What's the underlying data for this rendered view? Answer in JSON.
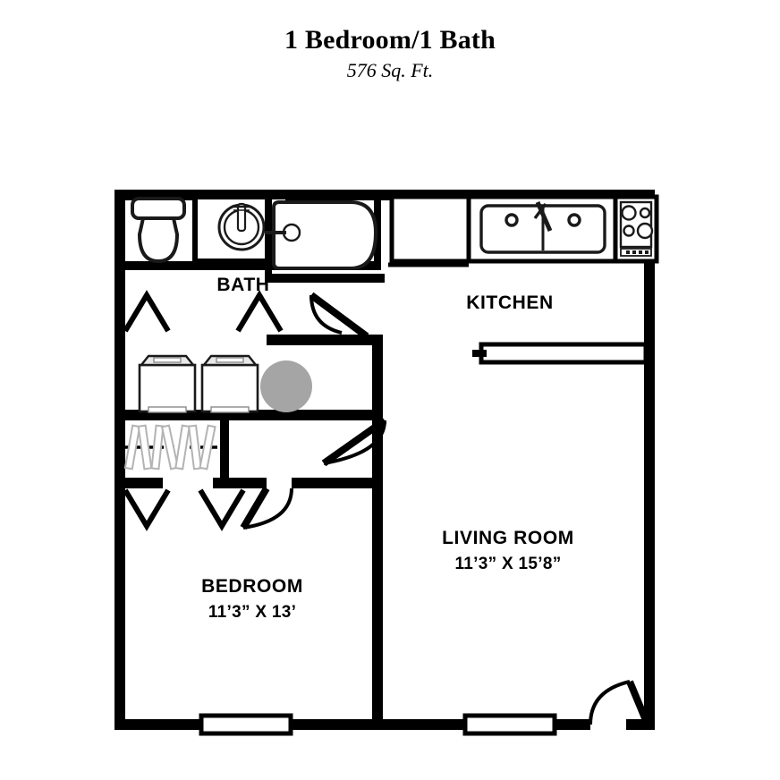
{
  "header": {
    "title": "1 Bedroom/1 Bath",
    "subtitle": "576 Sq. Ft."
  },
  "floorplan": {
    "rooms": [
      {
        "id": "bath",
        "name": "BATH",
        "dims": ""
      },
      {
        "id": "kitchen",
        "name": "KITCHEN",
        "dims": ""
      },
      {
        "id": "living_room",
        "name": "LIVING ROOM",
        "dims": "11’3” X 15’8”"
      },
      {
        "id": "bedroom",
        "name": "BEDROOM",
        "dims": "11’3” X 13’"
      }
    ],
    "fixtures": [
      {
        "id": "toilet",
        "label": "toilet"
      },
      {
        "id": "vanity_sink",
        "label": "bathroom sink"
      },
      {
        "id": "bathtub",
        "label": "bathtub"
      },
      {
        "id": "refrigerator",
        "label": "refrigerator"
      },
      {
        "id": "kitchen_sink",
        "label": "double kitchen sink"
      },
      {
        "id": "stove",
        "label": "stove range"
      },
      {
        "id": "washer",
        "label": "washer"
      },
      {
        "id": "dryer",
        "label": "dryer"
      },
      {
        "id": "water_heater",
        "label": "water heater"
      },
      {
        "id": "closet_rod",
        "label": "closet with hanging clothes"
      }
    ],
    "openings": [
      {
        "id": "window_living_right",
        "label": "living room side window"
      },
      {
        "id": "window_bedroom_south",
        "label": "bedroom window"
      },
      {
        "id": "window_living_south",
        "label": "living room window"
      },
      {
        "id": "entry_door",
        "label": "entry door"
      },
      {
        "id": "bath_door",
        "label": "bathroom door"
      },
      {
        "id": "bedroom_door",
        "label": "bedroom door"
      },
      {
        "id": "hall_door",
        "label": "hall door"
      },
      {
        "id": "bifold_bath_closet",
        "label": "bi-fold closet door"
      },
      {
        "id": "bifold_laundry",
        "label": "bi-fold laundry door"
      },
      {
        "id": "bifold_bedroom_left",
        "label": "bi-fold bedroom closet door left"
      },
      {
        "id": "bifold_bedroom_right",
        "label": "bi-fold bedroom closet door right"
      }
    ],
    "colors": {
      "wall": "#000000",
      "fixture_outline": "#1a1a1a",
      "water_heater_fill": "#a5a5a5",
      "hanger_outline": "#b3b3b3",
      "background": "#ffffff"
    }
  }
}
